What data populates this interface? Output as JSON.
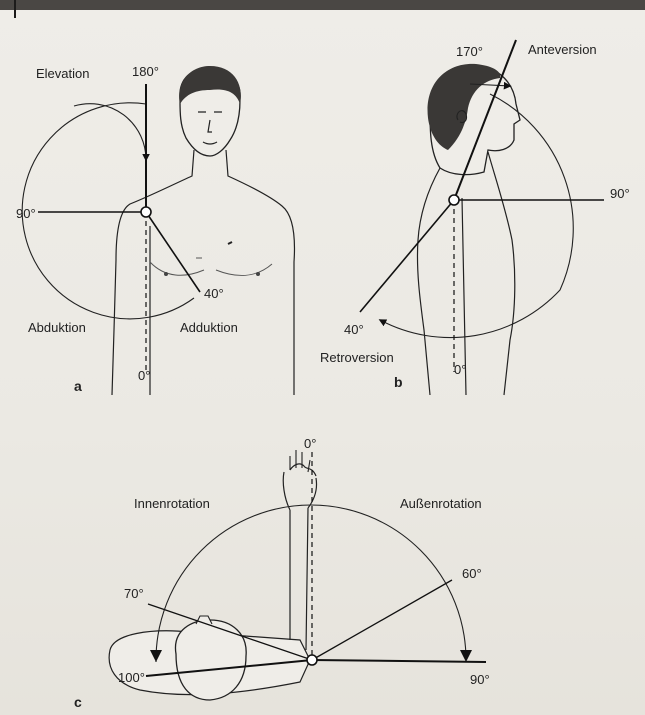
{
  "panel_a": {
    "letter": "a",
    "elevation": "Elevation",
    "deg_180": "180°",
    "deg_90": "90°",
    "deg_40": "40°",
    "deg_0": "0°",
    "abduktion": "Abduktion",
    "adduktion": "Adduktion"
  },
  "panel_b": {
    "letter": "b",
    "anteversion": "Anteversion",
    "deg_170": "170°",
    "deg_90": "90°",
    "deg_40": "40°",
    "deg_0": "0°",
    "retroversion": "Retroversion"
  },
  "panel_c": {
    "letter": "c",
    "deg_0": "0°",
    "innenrotation": "Innenrotation",
    "aussenrotation": "Außenrotation",
    "deg_70": "70°",
    "deg_60": "60°",
    "deg_100": "100°",
    "deg_90": "90°"
  }
}
